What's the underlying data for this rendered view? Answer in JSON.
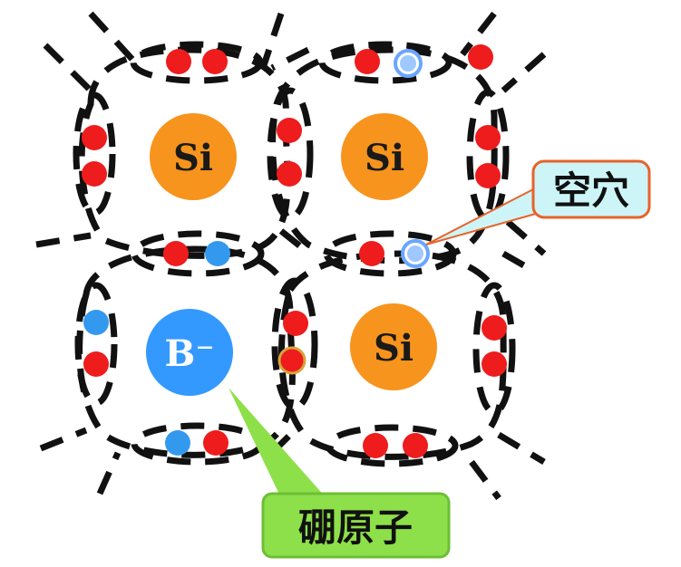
{
  "atoms": [
    {
      "label": "Si",
      "color": "#f7941d"
    },
    {
      "label": "Si",
      "color": "#f7941d"
    },
    {
      "label": "B⁻",
      "color": "#3399ff"
    },
    {
      "label": "Si",
      "color": "#f7941d"
    }
  ],
  "callouts": {
    "hole": {
      "text": "空穴",
      "fill": "#cdf5f8",
      "stroke": "#e8622a"
    },
    "boron": {
      "text": "硼原子",
      "fill": "#8ee04a",
      "stroke": "#9bdc6d"
    }
  },
  "colors": {
    "electron": "#ee1c1c",
    "boron_electron": "#3399ee",
    "hole": "#9ec8ff"
  }
}
